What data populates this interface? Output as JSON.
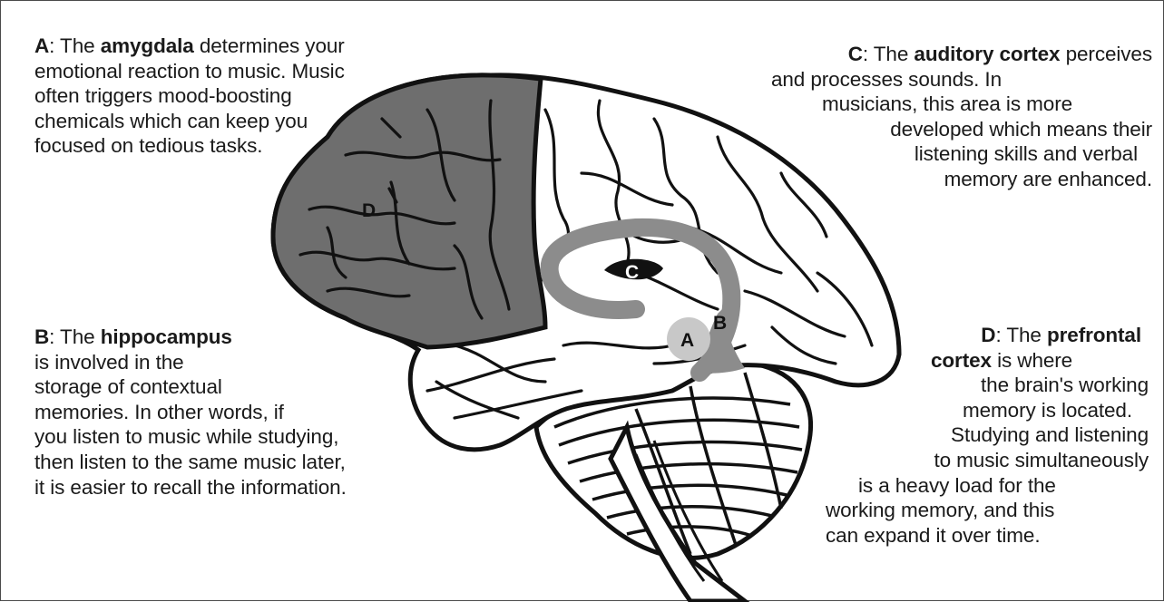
{
  "notes": {
    "a": {
      "key": "A",
      "prefix": ": The ",
      "term": "amygdala",
      "rest": [
        " determines your",
        "emotional reaction to music. Music",
        "often triggers mood-boosting",
        "chemicals which can keep you",
        "focused on tedious tasks."
      ]
    },
    "b": {
      "key": "B",
      "prefix": ": The ",
      "term": "hippocampus",
      "rest": [
        "",
        "is involved in the",
        "storage of contextual",
        "memories. In other words, if",
        "you listen to music while studying,",
        "then listen to the same music later,",
        "it is easier to recall the information."
      ]
    },
    "c": {
      "key": "C",
      "prefix": ": The ",
      "term": "auditory cortex",
      "rest": [
        " perceives",
        "and processes sounds. In",
        "musicians, this area is more",
        "developed which means their",
        "listening skills and verbal",
        "memory are enhanced."
      ]
    },
    "d": {
      "key": "D",
      "prefix": ": The ",
      "term": "prefrontal",
      "term2": "cortex",
      "rest": [
        "",
        " is where",
        "the brain's working",
        "memory is located.",
        "Studying and listening",
        "to music simultaneously",
        "is a heavy load for the",
        "working memory, and this",
        "can expand it over time."
      ]
    }
  },
  "markers": {
    "a": "A",
    "b": "B",
    "c": "C",
    "d": "D"
  },
  "colors": {
    "prefrontal": "#6e6e6e",
    "hippocampus": "#8c8c8c",
    "amygdala": "#c8c8c8",
    "outline": "#111111"
  }
}
